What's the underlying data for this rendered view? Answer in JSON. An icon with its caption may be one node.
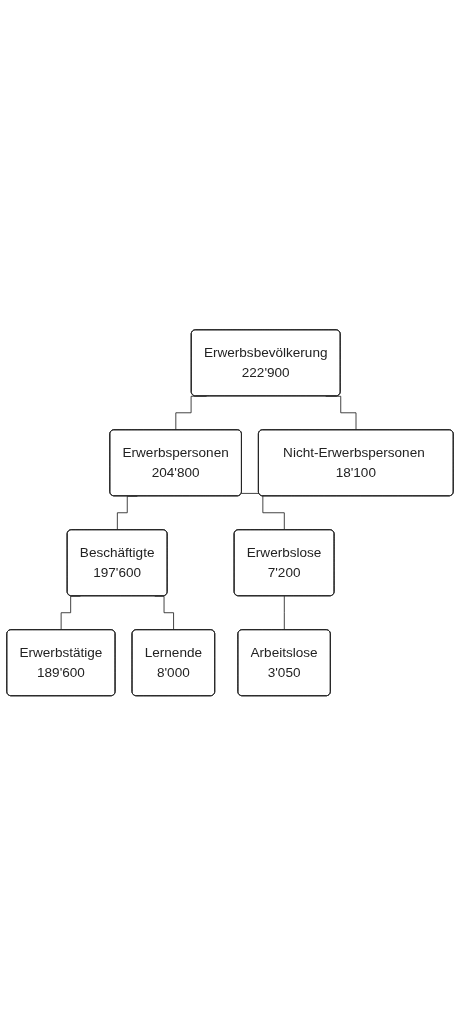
{
  "diagram": {
    "nodes": [
      {
        "text": [
          "Erwerbsbevölkerung",
          "222'900"
        ]
      },
      {
        "text": [
          "Erwerbspersonen",
          "204'800"
        ]
      },
      {
        "text": [
          "Nicht-Erwerbspersonen 18'100"
        ]
      },
      {
        "text": [
          "Beschäftigte",
          "197'600"
        ]
      },
      {
        "text": [
          "Erwerbslose",
          "7'200"
        ]
      },
      {
        "text": [
          "Erwerbstätige",
          "189'600"
        ]
      },
      {
        "text": [
          "Lernende",
          "8'000"
        ]
      },
      {
        "text": [
          "Arbeitslose",
          "3'050"
        ]
      }
    ],
    "edges": [
      {
        "from": 0,
        "to": 1,
        "arrow": "none"
      },
      {
        "from": 0,
        "to": 2,
        "arrow": "none"
      },
      {
        "from": 1,
        "to": 3,
        "arrow": "none"
      },
      {
        "from": 1,
        "to": 4,
        "arrow": "none"
      },
      {
        "from": 3,
        "to": 5,
        "arrow": "none"
      },
      {
        "from": 3,
        "to": 6,
        "arrow": "none"
      },
      {
        "from": 4,
        "to": 7,
        "arrow": "none"
      }
    ]
  }
}
